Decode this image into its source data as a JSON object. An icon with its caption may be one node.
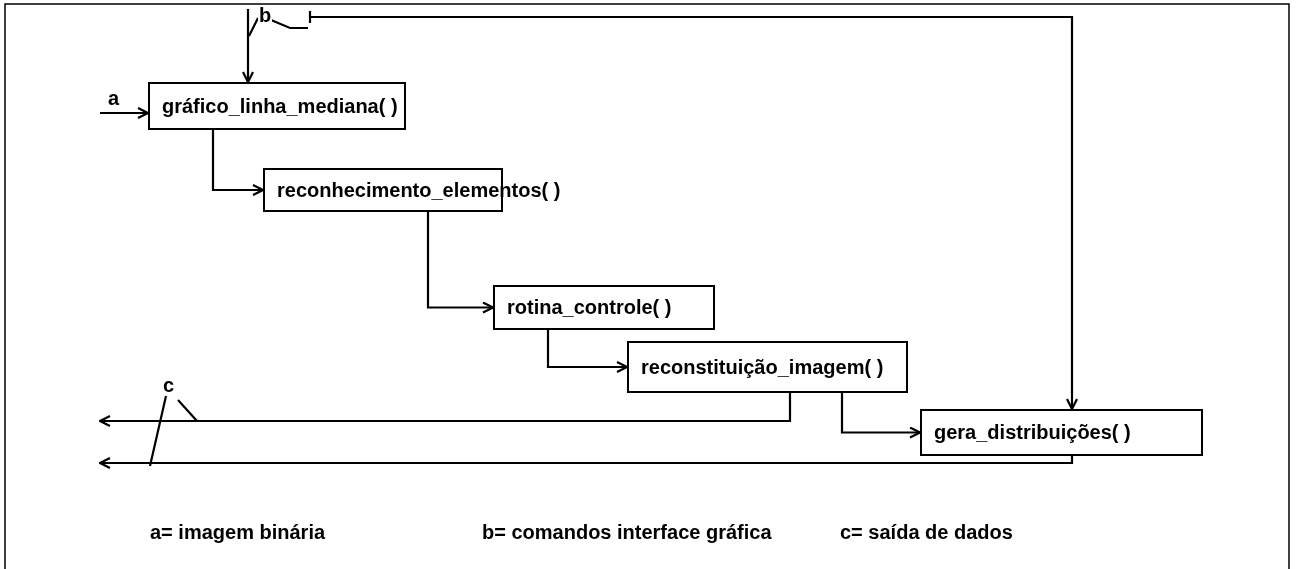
{
  "diagram": {
    "nodes": [
      {
        "text": [
          "gráfico_linha_mediana( )"
        ]
      },
      {
        "text": [
          "reconhecimento_elementos( )"
        ]
      },
      {
        "text": [
          "rotina_controle( )"
        ]
      },
      {
        "text": [
          "reconstituição_imagem( )"
        ]
      },
      {
        "text": [
          "gera_distribuições( )"
        ]
      }
    ],
    "edges": [
      {
        "from": null,
        "to": 0,
        "arrow": "to",
        "label": "a"
      },
      {
        "from": null,
        "to": 0,
        "arrow": "to",
        "label": "b"
      },
      {
        "from": null,
        "to": 4,
        "arrow": "to"
      },
      {
        "from": 0,
        "to": 1,
        "arrow": "to"
      },
      {
        "from": 1,
        "to": 2,
        "arrow": "to"
      },
      {
        "from": 2,
        "to": 3,
        "arrow": "to"
      },
      {
        "from": 3,
        "to": 4,
        "arrow": "to"
      },
      {
        "from": 3,
        "to": null,
        "arrow": "to",
        "label": "c"
      },
      {
        "from": 4,
        "to": null,
        "arrow": "to"
      }
    ],
    "labels": [
      "a= imagem binária",
      "b= comandos interface gráfica",
      "c= saída de dados"
    ]
  }
}
